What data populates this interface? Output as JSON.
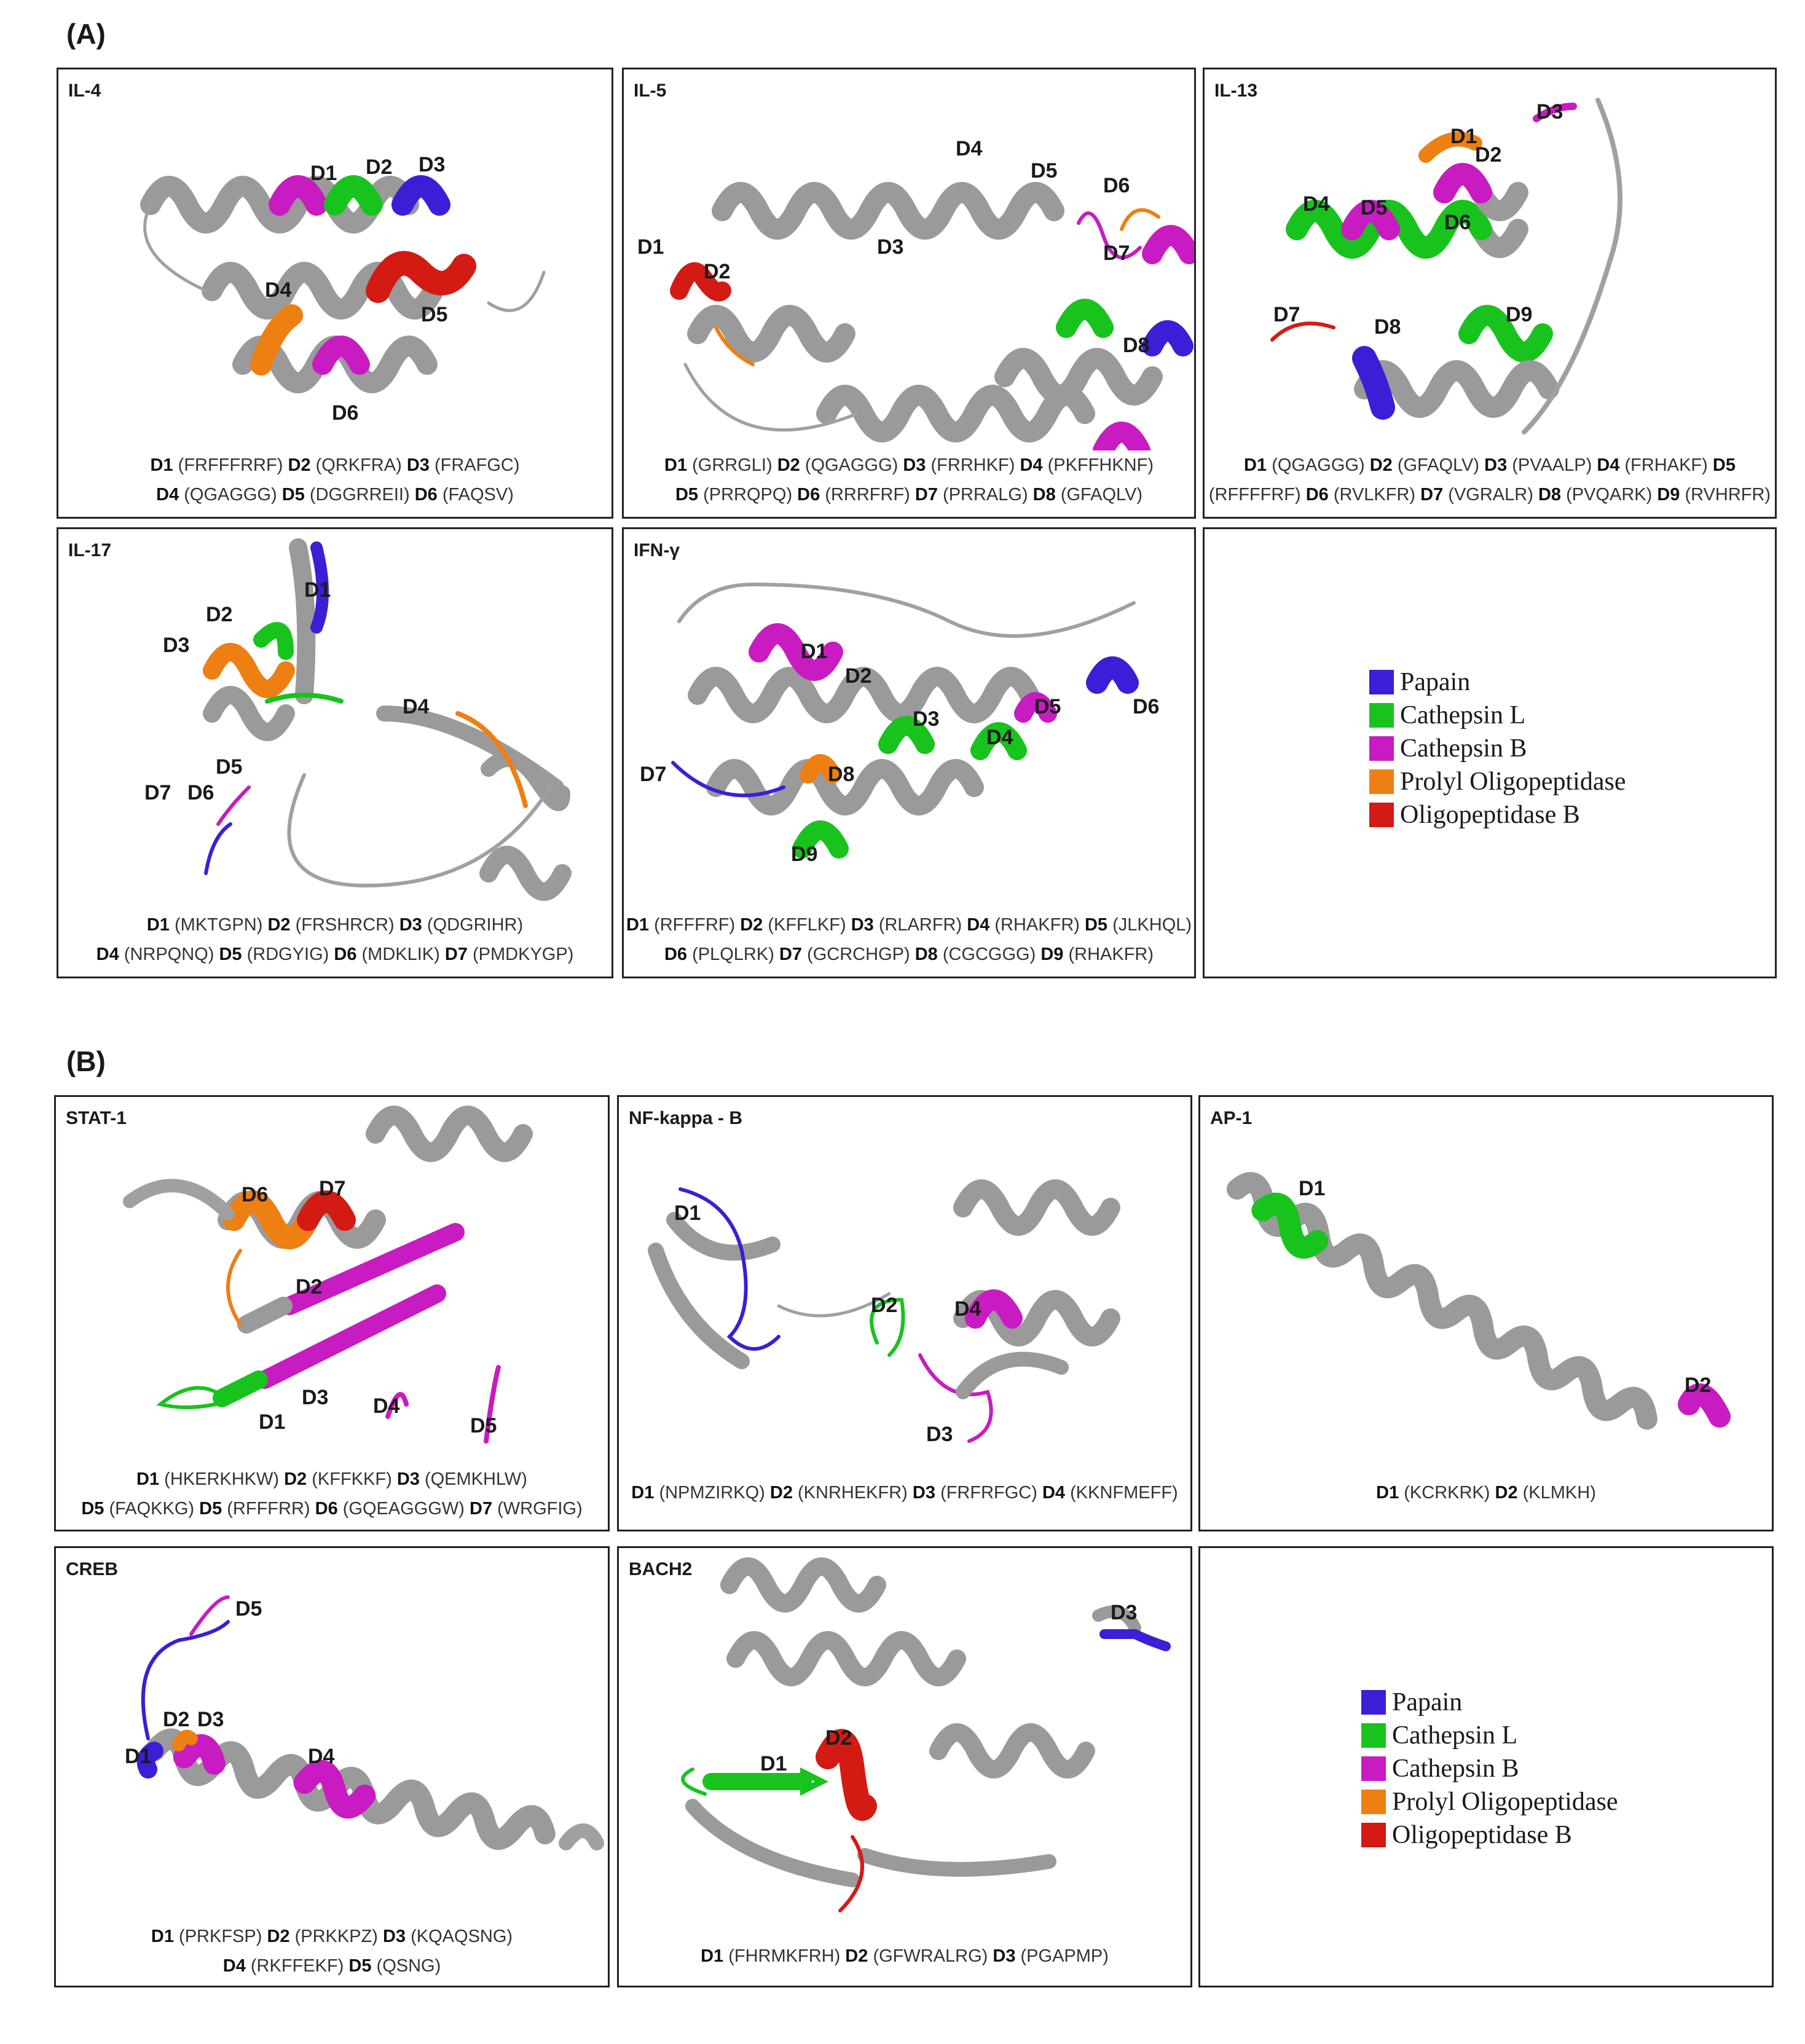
{
  "sections": [
    {
      "label": "(A)",
      "panels": [
        {
          "title": "IL-4",
          "caption_lines": [
            [
              {
                "d": "D1",
                "s": "(FRFFFRRF)"
              },
              {
                "d": "D2",
                "s": "(QRKFRA)"
              },
              {
                "d": "D3",
                "s": "(FRAFGC)"
              }
            ],
            [
              {
                "d": "D4",
                "s": "(QGAGGG)"
              },
              {
                "d": "D5",
                "s": "(DGGRREII)"
              },
              {
                "d": "D6",
                "s": "(FAQSV)"
              }
            ]
          ]
        },
        {
          "title": "IL-5",
          "caption_lines": [
            [
              {
                "d": "D1",
                "s": "(GRRGLI)"
              },
              {
                "d": "D2",
                "s": "(QGAGGG)"
              },
              {
                "d": "D3",
                "s": "(FRRHKF)"
              },
              {
                "d": "D4",
                "s": "(PKFFHKNF)"
              }
            ],
            [
              {
                "d": "D5",
                "s": "(PRRQPQ)"
              },
              {
                "d": "D6",
                "s": "(RRRFRF)"
              },
              {
                "d": "D7",
                "s": "(PRRALG)"
              },
              {
                "d": "D8",
                "s": "(GFAQLV)"
              }
            ]
          ]
        },
        {
          "title": "IL-13",
          "caption_lines": [
            [
              {
                "d": "D1",
                "s": "(QGAGGG)"
              },
              {
                "d": "D2",
                "s": "(GFAQLV)"
              },
              {
                "d": "D3",
                "s": "(PVAALP)"
              },
              {
                "d": "D4",
                "s": "(FRHAKF)"
              },
              {
                "d": "D5",
                "s": ""
              }
            ],
            [
              {
                "d": "",
                "s": "(RFFFFRF)"
              },
              {
                "d": "D6",
                "s": "(RVLKFR)"
              },
              {
                "d": "D7",
                "s": "(VGRALR)"
              },
              {
                "d": "D8",
                "s": "(PVQARK)"
              },
              {
                "d": "D9",
                "s": "(RVHRFR)"
              }
            ]
          ]
        },
        {
          "title": "IL-17",
          "caption_lines": [
            [
              {
                "d": "D1",
                "s": "(MKTGPN)"
              },
              {
                "d": "D2",
                "s": "(FRSHRCR)"
              },
              {
                "d": "D3",
                "s": "(QDGRIHR)"
              }
            ],
            [
              {
                "d": "D4",
                "s": "(NRPQNQ)"
              },
              {
                "d": "D5",
                "s": "(RDGYIG)"
              },
              {
                "d": "D6",
                "s": "(MDKLIK)"
              },
              {
                "d": "D7",
                "s": "(PMDKYGP)"
              }
            ]
          ]
        },
        {
          "title": "IFN-γ",
          "caption_lines": [
            [
              {
                "d": "D1",
                "s": "(RFFFRF)"
              },
              {
                "d": "D2",
                "s": "(KFFLKF)"
              },
              {
                "d": "D3",
                "s": "(RLARFR)"
              },
              {
                "d": "D4",
                "s": "(RHAKFR)"
              },
              {
                "d": "D5",
                "s": "(JLKHQL)"
              }
            ],
            [
              {
                "d": "D6",
                "s": "(PLQLRK)"
              },
              {
                "d": "D7",
                "s": "(GCRCHGP)"
              },
              {
                "d": "D8",
                "s": "(CGCGGG)"
              },
              {
                "d": "D9",
                "s": "(RHAKFR)"
              }
            ]
          ]
        }
      ]
    },
    {
      "label": "(B)",
      "panels": [
        {
          "title": "STAT-1",
          "caption_lines": [
            [
              {
                "d": "D1",
                "s": "(HKERKHKW)"
              },
              {
                "d": "D2",
                "s": "(KFFKKF)"
              },
              {
                "d": "D3",
                "s": "(QEMKHLW)"
              }
            ],
            [
              {
                "d": "D5",
                "s": "(FAQKKG)"
              },
              {
                "d": "D5",
                "s": "(RFFFRR)"
              },
              {
                "d": "D6",
                "s": "(GQEAGGGW)"
              },
              {
                "d": "D7",
                "s": "(WRGFIG)"
              }
            ]
          ]
        },
        {
          "title": "NF-kappa - B",
          "caption_lines": [
            [
              {
                "d": "D1",
                "s": "(NPMZIRKQ)"
              },
              {
                "d": "D2",
                "s": "(KNRHEKFR)"
              },
              {
                "d": "D3",
                "s": "(FRFRFGC)"
              },
              {
                "d": "D4",
                "s": "(KKNFMEFF)"
              }
            ]
          ]
        },
        {
          "title": "AP-1",
          "caption_lines": [
            [
              {
                "d": "D1",
                "s": "(KCRKRK)"
              },
              {
                "d": "D2",
                "s": "(KLMKH)"
              }
            ]
          ]
        },
        {
          "title": "CREB",
          "caption_lines": [
            [
              {
                "d": "D1",
                "s": "(PRKFSP)"
              },
              {
                "d": "D2",
                "s": "(PRKKPZ)"
              },
              {
                "d": "D3",
                "s": "(KQAQSNG)"
              }
            ],
            [
              {
                "d": "D4",
                "s": "(RKFFEKF)"
              },
              {
                "d": "D5",
                "s": "(QSNG)"
              }
            ]
          ]
        },
        {
          "title": "BACH2",
          "caption_lines": [
            [
              {
                "d": "D1",
                "s": "(FHRMKFRH)"
              },
              {
                "d": "D2",
                "s": "(GFWRALRG)"
              },
              {
                "d": "D3",
                "s": "(PGAPMP)"
              }
            ]
          ]
        }
      ]
    }
  ],
  "legend": [
    {
      "label": "Papain",
      "color": "#3a1fd6"
    },
    {
      "label": "Cathepsin L",
      "color": "#19c31d"
    },
    {
      "label": "Cathepsin B",
      "color": "#c81bc2"
    },
    {
      "label": "Prolyl Oligopeptidase",
      "color": "#ee7f12"
    },
    {
      "label": "Oligopeptidase B",
      "color": "#d31b14"
    }
  ],
  "structure_labels": {
    "il4": [
      "D1",
      "D2",
      "D3",
      "D4",
      "D5",
      "D6"
    ],
    "il5": [
      "D1",
      "D2",
      "D3",
      "D4",
      "D5",
      "D6",
      "D7",
      "D8"
    ],
    "il13": [
      "D1",
      "D2",
      "D3",
      "D4",
      "D5",
      "D6",
      "D7",
      "D8",
      "D9"
    ],
    "il17": [
      "D1",
      "D2",
      "D3",
      "D4",
      "D5",
      "D6",
      "D7"
    ],
    "ifng": [
      "D1",
      "D2",
      "D3",
      "D4",
      "D5",
      "D6",
      "D7",
      "D8",
      "D9"
    ],
    "stat1": [
      "D1",
      "D2",
      "D3",
      "D4",
      "D5",
      "D6",
      "D7"
    ],
    "nfkb": [
      "D1",
      "D2",
      "D3",
      "D4"
    ],
    "ap1": [
      "D1",
      "D2"
    ],
    "creb": [
      "D1",
      "D2",
      "D3",
      "D4",
      "D5"
    ],
    "bach2": [
      "D1",
      "D2",
      "D3"
    ]
  }
}
